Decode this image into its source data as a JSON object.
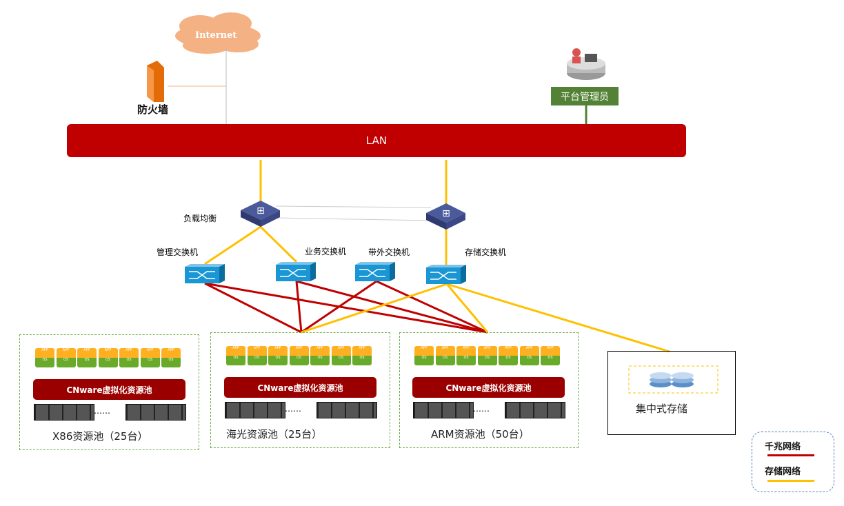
{
  "top": {
    "internet": "Internet",
    "firewall": "防火墙",
    "admin": "平台管理员",
    "lan": "LAN"
  },
  "network": {
    "load_balancer": "负载均衡",
    "switches": [
      "管理交换机",
      "业务交换机",
      "带外交换机",
      "存储交换机"
    ]
  },
  "pools": [
    {
      "virtual_label": "CNware虚拟化资源池",
      "ellipsis": "……",
      "title": "X86资源池（25台）"
    },
    {
      "virtual_label": "CNware虚拟化资源池",
      "ellipsis": "……",
      "title": "海光资源池（25台）"
    },
    {
      "virtual_label": "CNware虚拟化资源池",
      "ellipsis": "……",
      "title": "ARM资源池（50台）"
    }
  ],
  "storage": {
    "title": "集中式存储"
  },
  "legend": {
    "items": [
      {
        "label": "千兆网络",
        "color": "#c00000"
      },
      {
        "label": "存储网络",
        "color": "#ffc000"
      }
    ]
  },
  "colors": {
    "lan": "#c00000",
    "gigabit": "#c00000",
    "storage": "#ffc000",
    "admin": "#538135",
    "pool_border": "#70ad47",
    "cloud": "#f4b183"
  }
}
